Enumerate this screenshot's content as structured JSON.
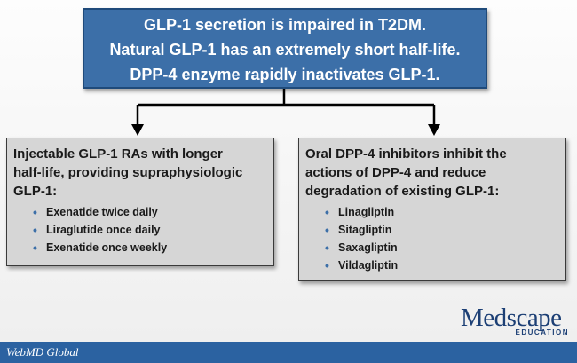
{
  "top_box": {
    "lines": [
      "GLP-1 secretion is impaired in T2DM.",
      "Natural GLP-1 has an extremely short half-life.",
      "DPP-4 enzyme rapidly inactivates GLP-1."
    ]
  },
  "left_box": {
    "heading": "Injectable GLP-1 RAs with longer\nhalf-life, providing supraphysiologic\nGLP-1:",
    "items": [
      "Exenatide twice daily",
      "Liraglutide once daily",
      "Exenatide once weekly"
    ]
  },
  "right_box": {
    "heading": "Oral DPP-4 inhibitors inhibit the\nactions of DPP-4 and reduce\ndegradation of existing GLP-1:",
    "items": [
      "Linagliptin",
      "Sitagliptin",
      "Saxagliptin",
      "Vildagliptin"
    ]
  },
  "logo": {
    "main": "Medscape",
    "sub": "EDUCATION"
  },
  "footer": {
    "text": "WebMD Global"
  },
  "colors": {
    "top_box": "#3c6fa8",
    "side_box": "#d6d6d6",
    "footer": "#2b62a1",
    "bullet": "#3c6fa8"
  },
  "bullet_glyph": "•"
}
